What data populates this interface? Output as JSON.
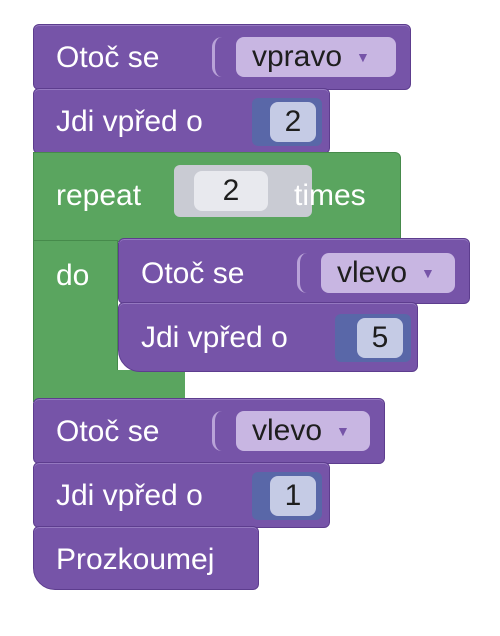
{
  "blocks": {
    "turn1": {
      "label": "Otoč se",
      "dropdown": "vpravo"
    },
    "move1": {
      "label": "Jdi vpřed o",
      "value": "2"
    },
    "repeat": {
      "label": "repeat",
      "value": "2",
      "suffix": "times",
      "do_label": "do"
    },
    "inner_turn": {
      "label": "Otoč se",
      "dropdown": "vlevo"
    },
    "inner_move": {
      "label": "Jdi vpřed o",
      "value": "5"
    },
    "turn2": {
      "label": "Otoč se",
      "dropdown": "vlevo"
    },
    "move2": {
      "label": "Jdi vpřed o",
      "value": "1"
    },
    "explore": {
      "label": "Prozkoumej"
    }
  },
  "icons": {
    "dropdown_arrow": "triangle-down-icon"
  },
  "colors": {
    "motion_block": "#7654a8",
    "loop_block": "#5aa55f",
    "dropdown": "#c8b6e2",
    "number": "#c5cbe5"
  }
}
